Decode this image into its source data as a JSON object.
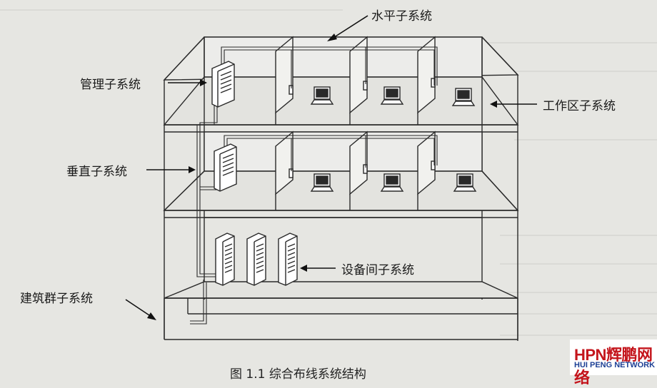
{
  "diagram": {
    "labels": {
      "horizontal": "水平子系统",
      "management": "管理子系统",
      "work_area": "工作区子系统",
      "vertical": "垂直子系统",
      "equipment_room": "设备间子系统",
      "building_group": "建筑群子系统"
    },
    "caption": "图 1.1   综合布线系统结构",
    "watermark": {
      "brand": "HPN辉鹏网络",
      "sub": "HUI PENG NETWORK"
    }
  },
  "colors": {
    "background": "#e6e6e2",
    "line": "#2a2a2a",
    "watermark_red": "#c4151c",
    "watermark_blue": "#1c3f94"
  }
}
